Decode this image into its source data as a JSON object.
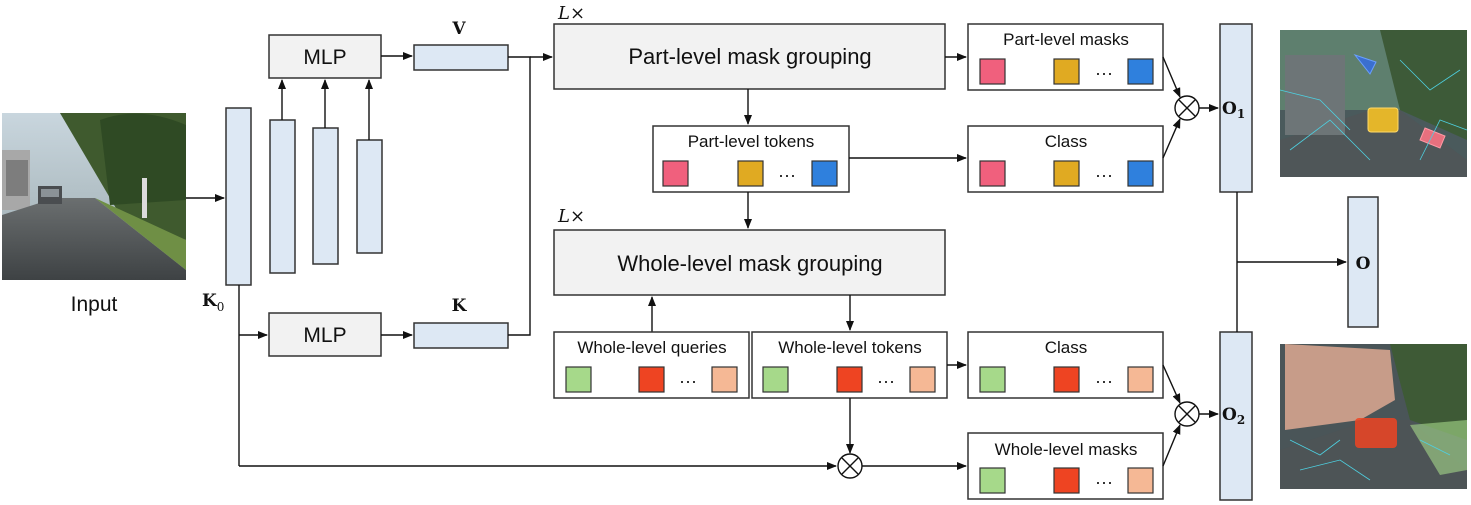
{
  "labels": {
    "input": "Input",
    "k0": "K",
    "k0_sub": "0",
    "mlp_top": "MLP",
    "mlp_bottom": "MLP",
    "v": "V",
    "k": "K",
    "repeat_top": "L×",
    "repeat_mid": "L×",
    "part_grouping": "Part-level mask grouping",
    "whole_grouping": "Whole-level mask grouping",
    "part_masks": "Part-level masks",
    "part_tokens": "Part-level tokens",
    "class_top": "Class",
    "whole_queries": "Whole-level queries",
    "whole_tokens": "Whole-level tokens",
    "class_bottom": "Class",
    "whole_masks": "Whole-level masks",
    "o1": "O",
    "o1_sub": "1",
    "o2": "O",
    "o2_sub": "2",
    "o": "O",
    "ellipsis": "···"
  },
  "colors": {
    "part_pink": "#f0607d",
    "part_gold": "#e0aa22",
    "part_blue": "#2f80dd",
    "whole_green": "#a6d98a",
    "whole_red": "#ee4422",
    "whole_peach": "#f5b895",
    "feature_fill": "#dde8f4",
    "module_fill": "#f2f2f2"
  },
  "icons": {
    "multiply": "circle-times-icon"
  }
}
